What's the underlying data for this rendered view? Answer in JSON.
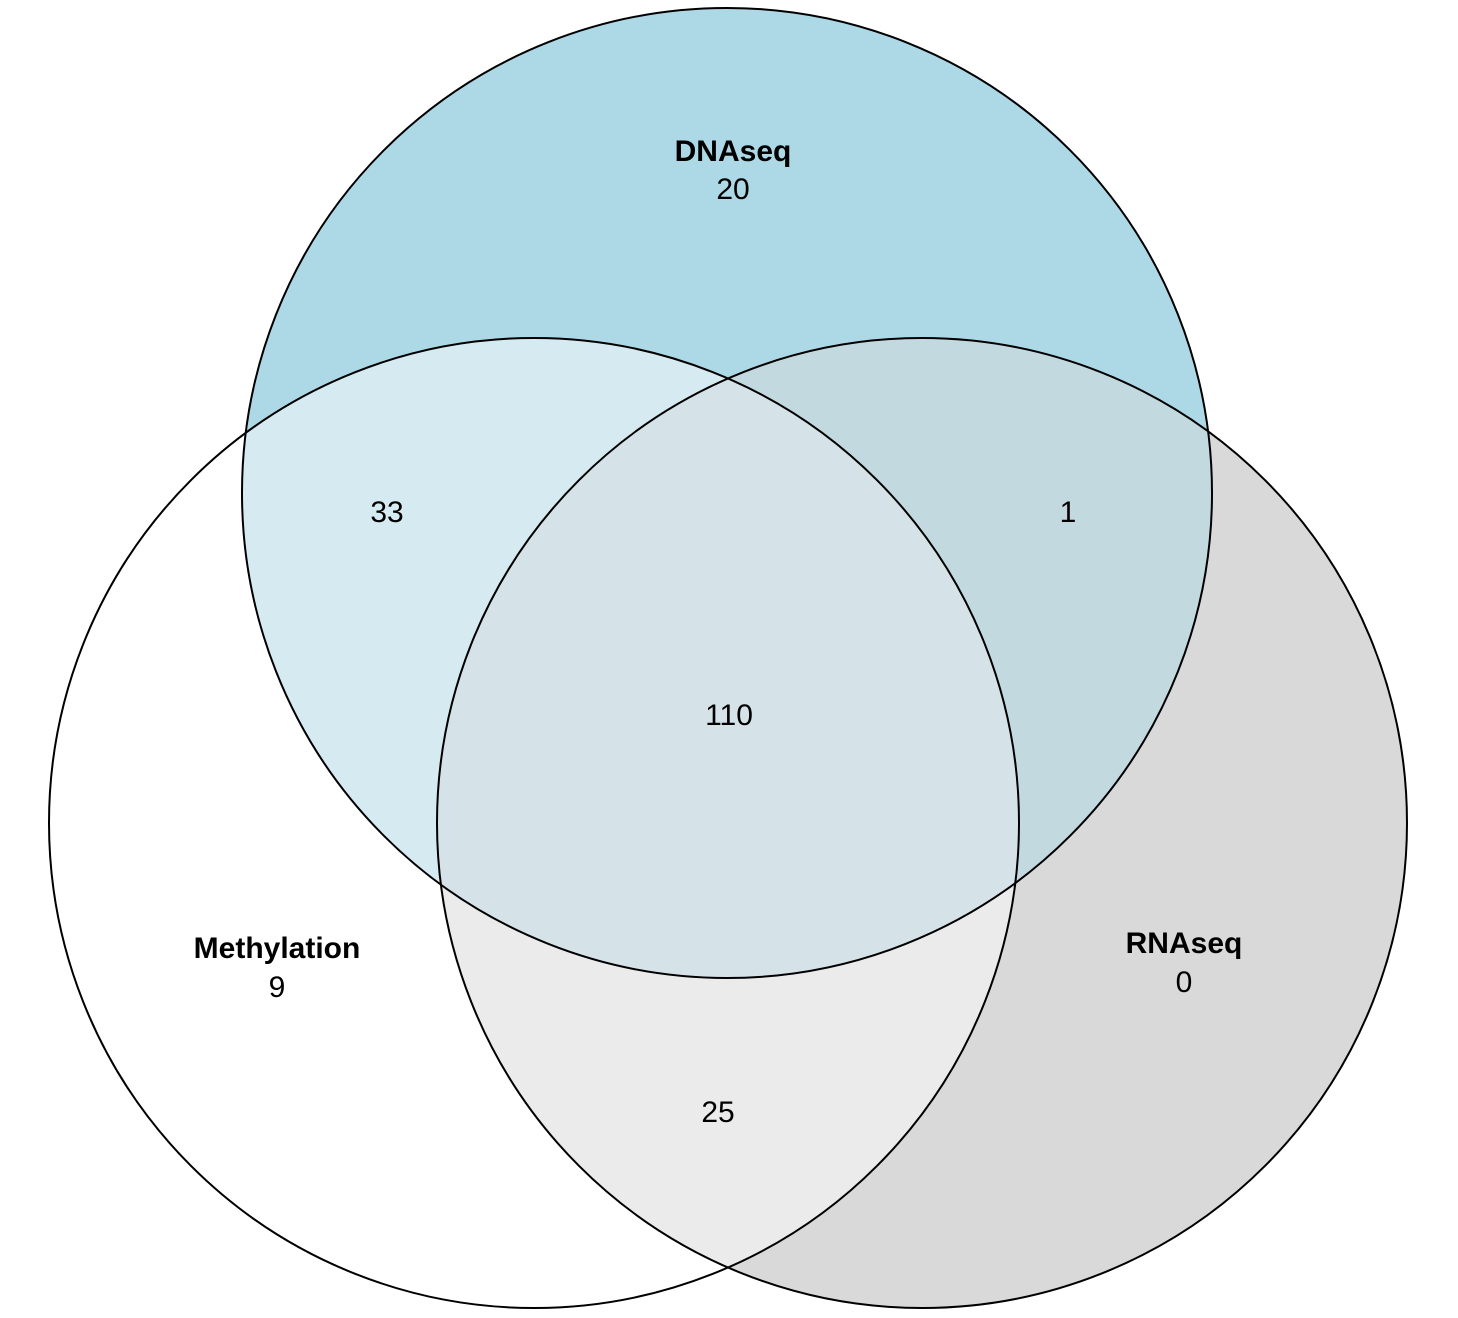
{
  "diagram": {
    "type": "venn-3",
    "sets": {
      "dnaseq": {
        "name": "DNAseq",
        "count": "20",
        "color": "#add8e6"
      },
      "methylation": {
        "name": "Methylation",
        "count": "9",
        "color": "#ffffff"
      },
      "rnaseq": {
        "name": "RNAseq",
        "count": "0",
        "color": "#d9d9d9"
      }
    },
    "overlaps": {
      "dnaseq_methylation": "33",
      "dnaseq_rnaseq": "1",
      "methylation_rnaseq": "25",
      "all_three": "110"
    },
    "region_colors": {
      "dnaseq_only": "#add8e6",
      "methylation_only": "#ffffff",
      "rnaseq_only": "#d9d9d9",
      "dnaseq_methylation": "#d6eaf1",
      "dnaseq_rnaseq": "#c3d9e0",
      "methylation_rnaseq": "#ebebeb",
      "all_three": "#d5e3e9"
    },
    "outline_color": "#000000"
  }
}
